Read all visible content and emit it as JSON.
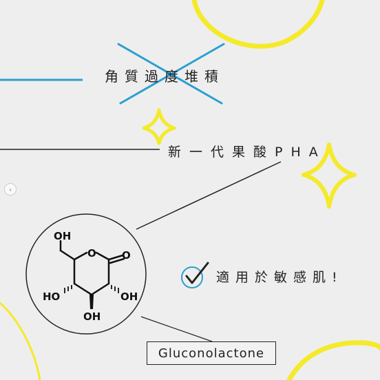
{
  "texts": {
    "keratin_buildup": "角質過度堆積",
    "new_gen_pha": "新一代果酸PHA",
    "suitable_sensitive": "適用於敏感肌!",
    "molecule_name": "Gluconolactone"
  },
  "molecule": {
    "atoms": {
      "ring_oxygen": "O",
      "carbonyl_oxygen": "O",
      "oh_top": "OH",
      "oh_left": "HO",
      "oh_right": "OH",
      "oh_bottom": "OH"
    }
  },
  "icons": {
    "check": "check-circle-icon",
    "sparkle_small": "sparkle-icon",
    "sparkle_large": "sparkle-icon",
    "cross": "cross-icon",
    "carousel_prev": "chevron-left-icon"
  },
  "colors": {
    "background": "#eeeeee",
    "accent_blue": "#2a9fd0",
    "accent_yellow": "#f4ea2a",
    "ink": "#222222"
  }
}
